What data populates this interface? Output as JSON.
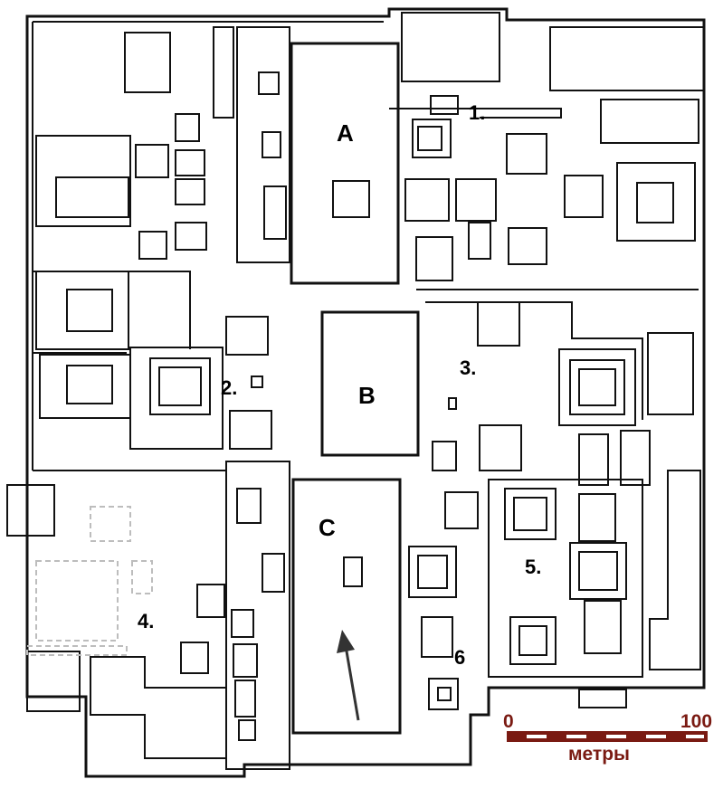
{
  "labels": {
    "court_a": "A",
    "court_b": "B",
    "court_c": "C",
    "n1": "1.",
    "n2": "2.",
    "n3": "3.",
    "n4": "4.",
    "n5": "5.",
    "n6": "6"
  },
  "scale": {
    "start": "0",
    "end": "100",
    "unit": "метры",
    "color": "#7a1a12"
  },
  "arrow": {
    "icon": "north-arrow"
  }
}
